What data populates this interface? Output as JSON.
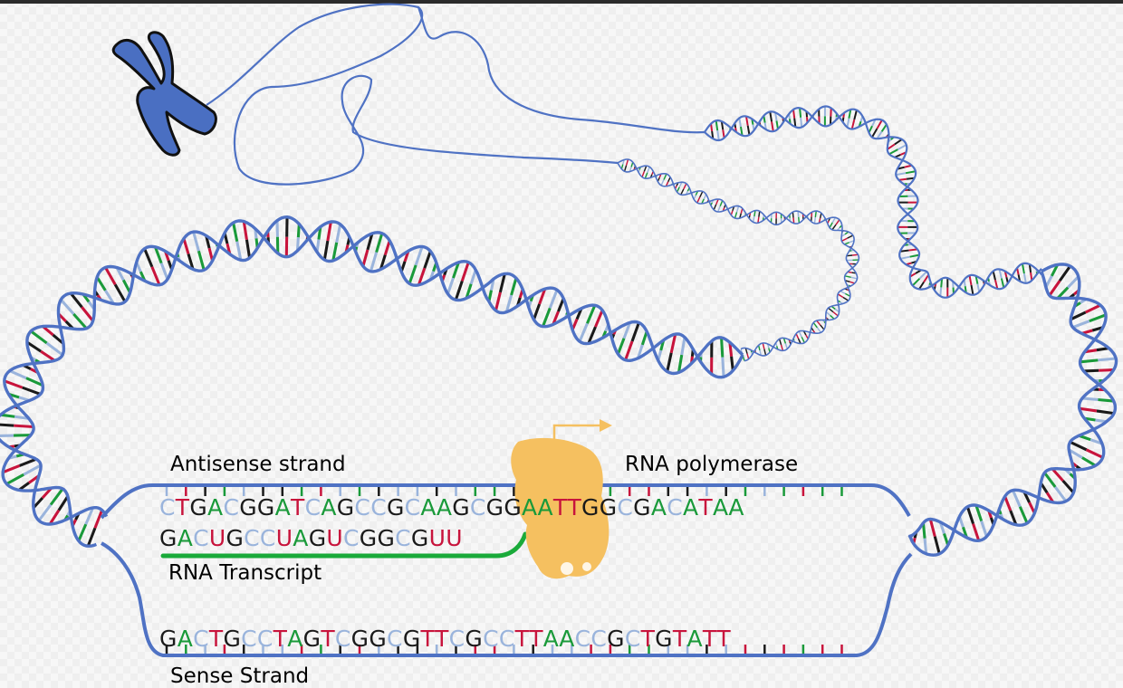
{
  "labels": {
    "antisense": "Antisense strand",
    "polymerase": "RNA polymerase",
    "rna_transcript": "RNA Transcript",
    "sense": "Sense Strand"
  },
  "sequences": {
    "antisense": "CTGACGGATCAGCCGCAAGCGGAATTGGCGACATAA",
    "rna": "GACUGCCUAGUCGGCGUU",
    "sense": "GACTGCCTAGTCGGCGTTCGCCTTAACCGCTGTATT"
  },
  "base_colors": {
    "A": "#1a9a3a",
    "C": "#9ab4dc",
    "G": "#1a1a1a",
    "T": "#c8143c",
    "U": "#c8143c"
  },
  "colors": {
    "backbone": "#4f72c4",
    "chromosome": "#4a6fc2",
    "polymerase": "#f5c060",
    "transcript_line": "#1aaa3a"
  }
}
